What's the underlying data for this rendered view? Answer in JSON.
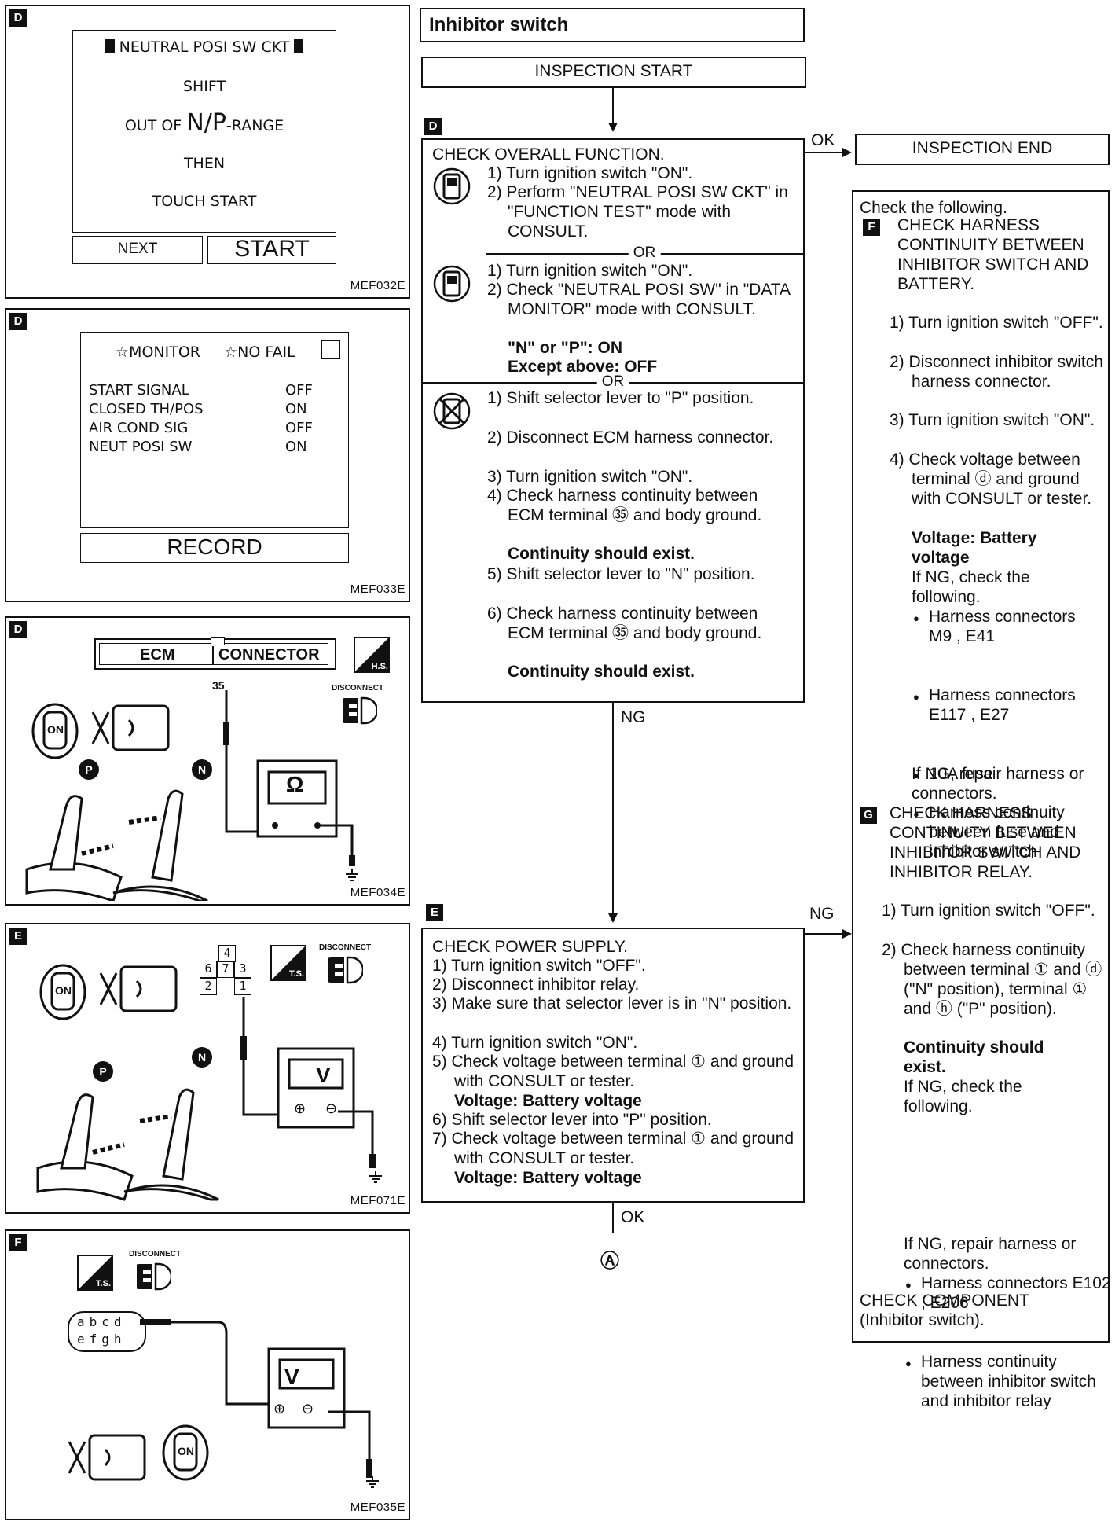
{
  "panel_d1": {
    "label": "D",
    "title": "NEUTRAL POSI SW CKT",
    "lines": [
      "SHIFT",
      "OUT OF",
      "N/P",
      "-RANGE",
      "THEN",
      "TOUCH START"
    ],
    "next_button": "NEXT",
    "start_button": "START",
    "code": "MEF032E"
  },
  "panel_d2": {
    "label": "D",
    "monitor": "MONITOR",
    "no_fail": "NO FAIL",
    "rows": [
      {
        "name": "START SIGNAL",
        "value": "OFF"
      },
      {
        "name": "CLOSED TH/POS",
        "value": "ON"
      },
      {
        "name": "AIR COND SIG",
        "value": "OFF"
      },
      {
        "name": "NEUT POSI SW",
        "value": "ON"
      }
    ],
    "record_button": "RECORD",
    "code": "MEF033E"
  },
  "panel_d3": {
    "label": "D",
    "ecm": "ECM",
    "connector": "CONNECTOR",
    "hs": "H.S.",
    "disconnect": "DISCONNECT",
    "terminal": "35",
    "ignition": "ON",
    "ohm": "Ω",
    "pos_p": "P",
    "pos_n": "N",
    "code": "MEF034E"
  },
  "panel_e": {
    "label": "E",
    "pins": [
      "4",
      "6",
      "7",
      "3",
      "2",
      "1"
    ],
    "ts": "T.S.",
    "disconnect": "DISCONNECT",
    "ignition": "ON",
    "volt": "V",
    "pos_p": "P",
    "pos_n": "N",
    "code": "MEF071E"
  },
  "panel_f": {
    "label": "F",
    "ts": "T.S.",
    "disconnect": "DISCONNECT",
    "pins_top": [
      "a",
      "b",
      "c",
      "d"
    ],
    "pins_bottom": [
      "e",
      "f",
      "g",
      "h"
    ],
    "volt": "V",
    "ignition": "ON",
    "code": "MEF035E"
  },
  "flow": {
    "title": "Inhibitor switch",
    "start": "INSPECTION START",
    "label_d": "D",
    "check_overall": {
      "heading": "CHECK OVERALL FUNCTION.",
      "a1": "1) Turn ignition switch \"ON\".",
      "a2": "2) Perform \"NEUTRAL POSI SW CKT\" in \"FUNCTION TEST\" mode with CONSULT.",
      "or1": "OR",
      "b1": "1) Turn ignition switch \"ON\".",
      "b2": "2) Check \"NEUTRAL POSI SW\" in \"DATA MONITOR\" mode with CONSULT.",
      "b3": "\"N\" or \"P\": ON",
      "b4": "Except above: OFF",
      "or2": "OR",
      "c1": "1) Shift selector lever to \"P\" position.",
      "c2": "2) Disconnect ECM harness connector.",
      "c3": "3) Turn ignition switch \"ON\".",
      "c4": "4) Check harness continuity between ECM terminal ㉟ and body ground.",
      "c4b": "Continuity should exist.",
      "c5": "5) Shift selector lever to \"N\" position.",
      "c6": "6) Check harness continuity between ECM terminal ㉟ and body ground.",
      "c6b": "Continuity should exist."
    },
    "ok1": "OK",
    "end": "INSPECTION END",
    "ng1": "NG",
    "label_e": "E",
    "power": {
      "heading": "CHECK POWER SUPPLY.",
      "s1": "1) Turn ignition switch \"OFF\".",
      "s2": "2) Disconnect inhibitor relay.",
      "s3": "3) Make sure that selector lever is in \"N\" position.",
      "s4": "4) Turn ignition switch \"ON\".",
      "s5": "5) Check voltage between terminal ① and ground with CONSULT or tester.",
      "s5b": "Voltage: Battery voltage",
      "s6": "6) Shift selector lever into \"P\" position.",
      "s7": "7) Check voltage between terminal ① and ground with CONSULT or tester.",
      "s7b": "Voltage: Battery voltage"
    },
    "ng2": "NG",
    "ok2": "OK",
    "circle_a": "Ⓐ"
  },
  "right": {
    "intro": "Check the following.",
    "label_f": "F",
    "f_head": "CHECK HARNESS CONTINUITY BETWEEN INHIBITOR SWITCH AND BATTERY.",
    "f1": "1) Turn ignition switch \"OFF\".",
    "f2": "2) Disconnect inhibitor switch harness connector.",
    "f3": "3) Turn ignition switch \"ON\".",
    "f4": "4) Check voltage between terminal ⓓ and ground with CONSULT or tester.",
    "f4b": "Voltage: Battery voltage",
    "f_ifng": "If NG, check the following.",
    "f_b1": "Harness connectors M9 , E41",
    "f_b2": "Harness connectors E117 , E27",
    "f_b3": "10A fuse",
    "f_b4": "Harness continuity between fuse and inhibitor switch",
    "f_repair": "If NG, repair harness or connectors.",
    "label_g": "G",
    "g_head": "CHECK HARNESS CONTINUITY BETWEEN INHIBITOR SWITCH AND INHIBITOR RELAY.",
    "g1": "1) Turn ignition switch \"OFF\".",
    "g2": "2) Check harness continuity between terminal ① and ⓓ (\"N\" position), terminal ① and ⓗ (\"P\" position).",
    "g2b": "Continuity should exist.",
    "g_ifng": "If NG, check the following.",
    "g_b1": "Harness connectors E102 , E206",
    "g_b2": "Harness continuity between inhibitor switch and inhibitor relay",
    "g_repair": "If NG, repair harness or connectors.",
    "component": "CHECK COMPONENT (Inhibitor switch)."
  }
}
